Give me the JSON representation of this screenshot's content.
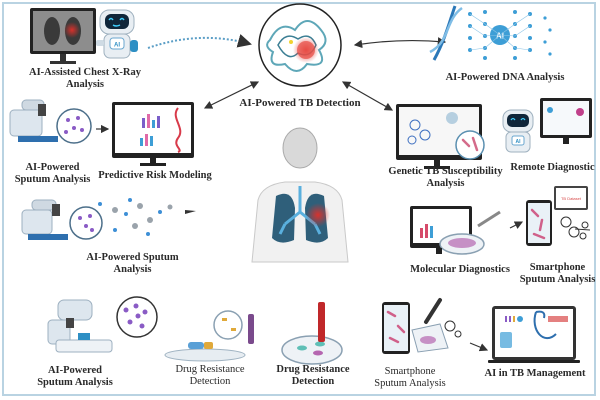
{
  "title": "AI-Powered TB Detection",
  "center": {
    "label": "AI-Powered TB Detection"
  },
  "nodes": [
    {
      "id": "chest-xray",
      "label_line1": "AI-Assisted Chest X-Ray",
      "label_line2": "Analysis",
      "robot_badge": "AI"
    },
    {
      "id": "dna",
      "label_line1": "AI-Powered DNA Analysis",
      "network_badge": "AI"
    },
    {
      "id": "sputum-1",
      "label_line1": "AI-Powered",
      "label_line2": "Sputum Analysis"
    },
    {
      "id": "risk-model",
      "label_line1": "Predictive Risk Modeling"
    },
    {
      "id": "genetic",
      "label_line1": "Genetic TB Susceptibility",
      "label_line2": "Analysis"
    },
    {
      "id": "remote",
      "label_line1": "Remote Diagnostic",
      "robot_badge": "AI"
    },
    {
      "id": "sputum-2",
      "label_line1": "AI-Powered Sputum",
      "label_line2": "Analysis"
    },
    {
      "id": "molecular",
      "label_line1": "Molecular Diagnostics"
    },
    {
      "id": "smartphone-1",
      "label_line1": "Smartphone",
      "label_line2": "Sputum Analysis",
      "tablet_text": "TB Dataset"
    },
    {
      "id": "sputum-3",
      "label_line1": "AI-Powered",
      "label_line2": "Sputum Analysis"
    },
    {
      "id": "drug-1",
      "label_line1": "Drug Resistance",
      "label_line2": "Detection"
    },
    {
      "id": "drug-2",
      "label_line1": "Drug Resistance",
      "label_line2": "Detection"
    },
    {
      "id": "smartphone-2",
      "label_line1": "Smartphone",
      "label_line2": "Sputum Analysis"
    },
    {
      "id": "management",
      "label_line1": "AI in TB Management"
    }
  ],
  "colors": {
    "frame": "#b9d3e2",
    "accent_blue": "#2e8fc4",
    "infection_red": "#e0302a",
    "lung_dark": "#2f5f7a",
    "text": "#2a2a2a"
  }
}
